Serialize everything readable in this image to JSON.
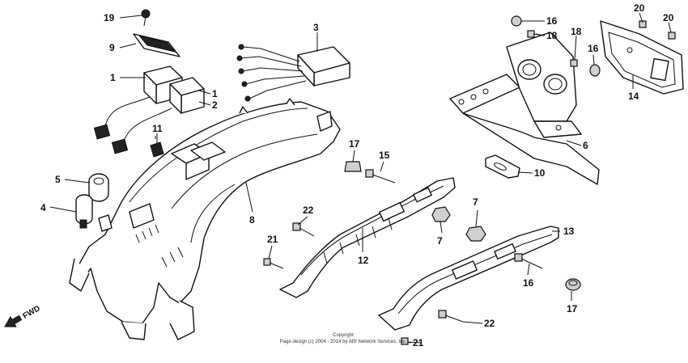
{
  "diagram": {
    "callouts": [
      "1",
      "1",
      "2",
      "3",
      "4",
      "5",
      "6",
      "7",
      "7",
      "8",
      "9",
      "10",
      "11",
      "12",
      "13",
      "14",
      "15",
      "16",
      "16",
      "16",
      "17",
      "17",
      "18",
      "18",
      "19",
      "20",
      "20",
      "21",
      "21",
      "22",
      "22"
    ],
    "direction_label": "FWD",
    "copyright_line1": "Copyright",
    "copyright_line2": "Page design (c) 2004 - 2014 by ARI Network Services, Inc."
  }
}
